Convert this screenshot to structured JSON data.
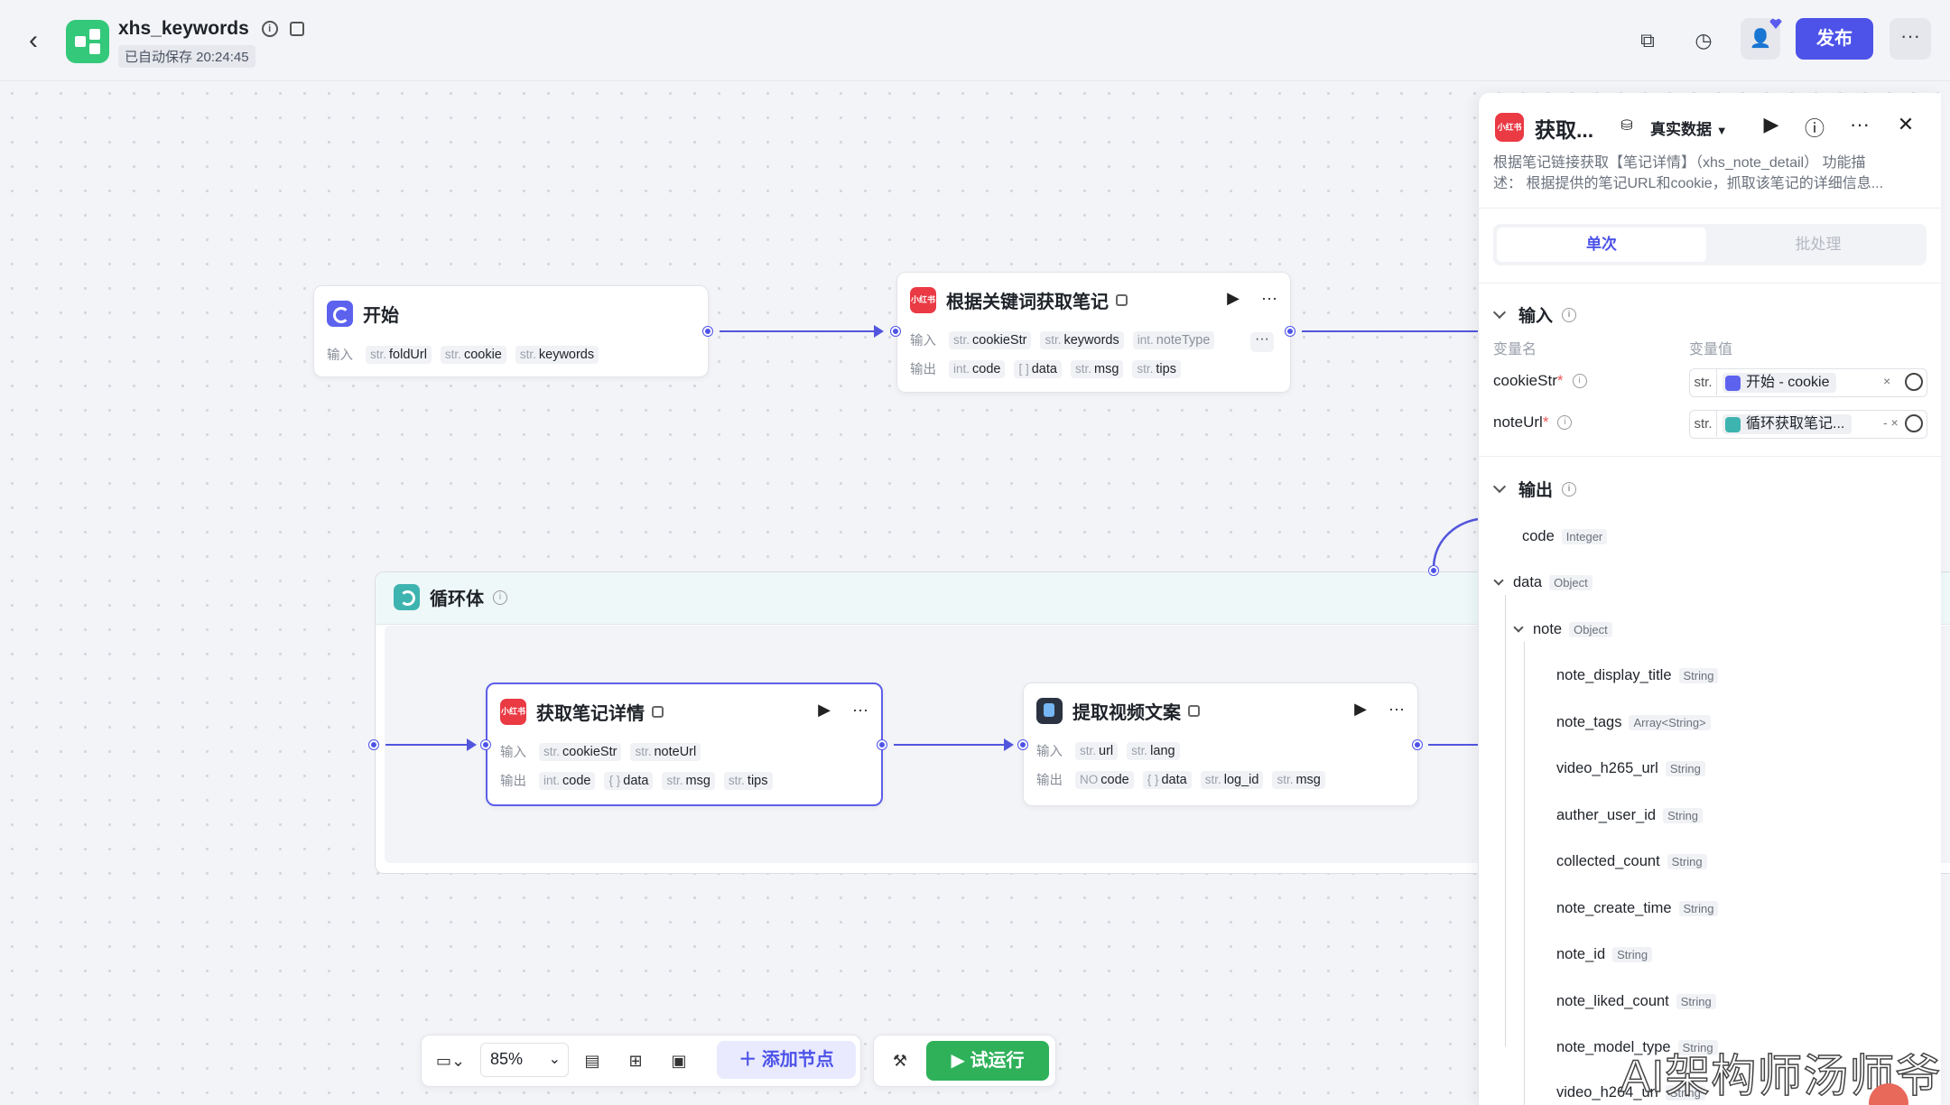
{
  "header": {
    "title": "xhs_keywords",
    "saved": "已自动保存 20:24:45",
    "publish": "发布",
    "more": "···"
  },
  "nodes": {
    "start": {
      "title": "开始",
      "in_label": "输入",
      "inputs": [
        {
          "t": "str.",
          "n": "foldUrl"
        },
        {
          "t": "str.",
          "n": "cookie"
        },
        {
          "t": "str.",
          "n": "keywords"
        }
      ]
    },
    "search": {
      "title": "根据关键词获取笔记",
      "in_label": "输入",
      "out_label": "输出",
      "inputs": [
        {
          "t": "str.",
          "n": "cookieStr"
        },
        {
          "t": "str.",
          "n": "keywords"
        },
        {
          "t": "int.",
          "n": "noteType"
        }
      ],
      "outputs": [
        {
          "t": "int.",
          "n": "code"
        },
        {
          "t": "[ ]",
          "n": "data"
        },
        {
          "t": "str.",
          "n": "msg"
        },
        {
          "t": "str.",
          "n": "tips"
        }
      ]
    },
    "loop": {
      "title": "循环体"
    },
    "detail": {
      "title": "获取笔记详情",
      "in_label": "输入",
      "out_label": "输出",
      "inputs": [
        {
          "t": "str.",
          "n": "cookieStr"
        },
        {
          "t": "str.",
          "n": "noteUrl"
        }
      ],
      "outputs": [
        {
          "t": "int.",
          "n": "code"
        },
        {
          "t": "{ }",
          "n": "data"
        },
        {
          "t": "str.",
          "n": "msg"
        },
        {
          "t": "str.",
          "n": "tips"
        }
      ]
    },
    "video": {
      "title": "提取视频文案",
      "in_label": "输入",
      "out_label": "输出",
      "inputs": [
        {
          "t": "str.",
          "n": "url"
        },
        {
          "t": "str.",
          "n": "lang"
        }
      ],
      "outputs": [
        {
          "t": "NO",
          "n": "code"
        },
        {
          "t": "{ }",
          "n": "data"
        },
        {
          "t": "str.",
          "n": "log_id"
        },
        {
          "t": "str.",
          "n": "msg"
        }
      ]
    }
  },
  "toolbar": {
    "zoom": "85%",
    "add_node": "添加节点",
    "run": "试运行"
  },
  "panel": {
    "icon_text": "小红书",
    "title": "获取...",
    "real_data": "真实数据",
    "desc_line1": "根据笔记链接获取【笔记详情】（xhs_note_detail） 功能描",
    "desc_line2": "述：  根据提供的笔记URL和cookie，抓取该笔记的详细信息...",
    "tab_single": "单次",
    "tab_batch": "批处理",
    "input_title": "输入",
    "col_name": "变量名",
    "col_value": "变量值",
    "inputs": [
      {
        "name": "cookieStr",
        "prefix": "str.",
        "value": "开始 - cookie"
      },
      {
        "name": "noteUrl",
        "prefix": "str.",
        "value": "循环获取笔记..."
      }
    ],
    "output_title": "输出",
    "outputs": [
      {
        "name": "code",
        "type": "Integer"
      },
      {
        "name": "data",
        "type": "Object"
      },
      {
        "name": "note",
        "type": "Object"
      },
      {
        "name": "note_display_title",
        "type": "String"
      },
      {
        "name": "note_tags",
        "type": "Array<String>"
      },
      {
        "name": "video_h265_url",
        "type": "String"
      },
      {
        "name": "auther_user_id",
        "type": "String"
      },
      {
        "name": "collected_count",
        "type": "String"
      },
      {
        "name": "note_create_time",
        "type": "String"
      },
      {
        "name": "note_id",
        "type": "String"
      },
      {
        "name": "note_liked_count",
        "type": "String"
      },
      {
        "name": "note_model_type",
        "type": "String"
      },
      {
        "name": "video_h264_url",
        "type": "String"
      }
    ]
  },
  "watermark": "AI架构师汤师爷"
}
